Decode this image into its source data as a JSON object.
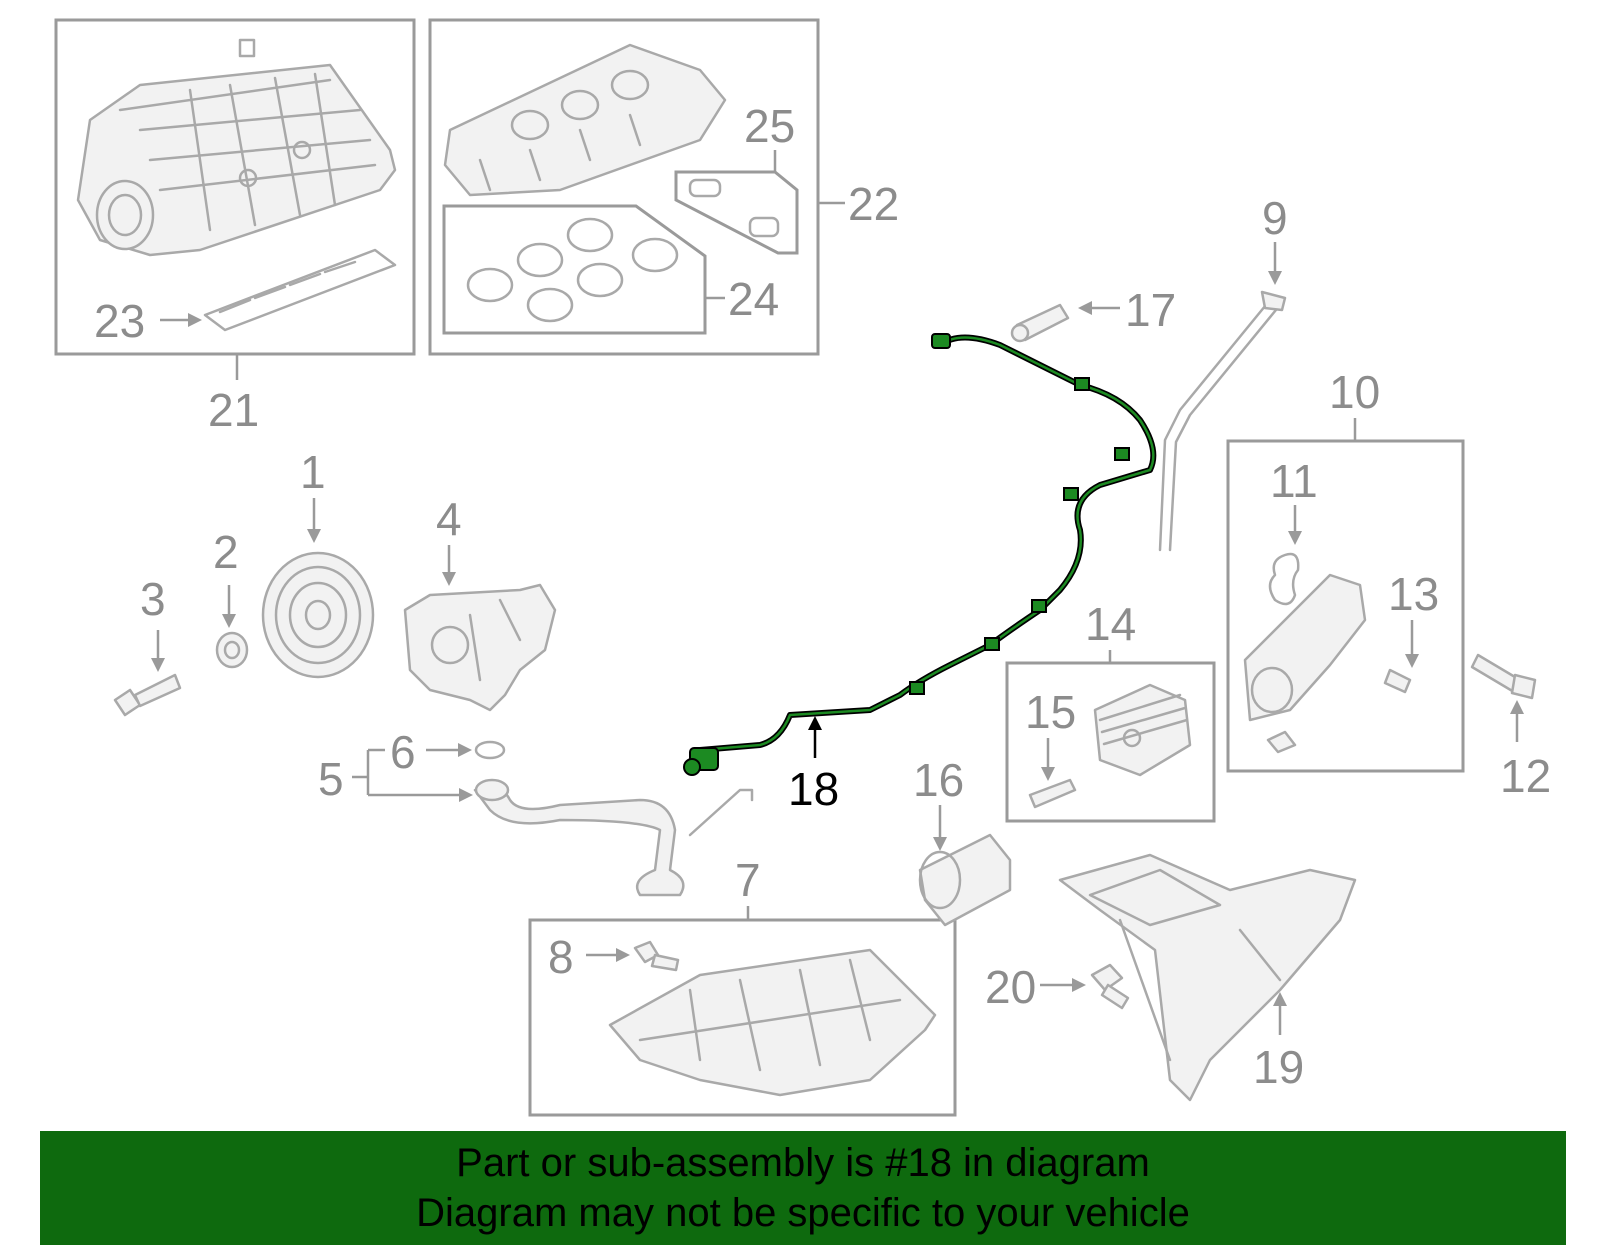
{
  "callouts": {
    "c1": "1",
    "c2": "2",
    "c3": "3",
    "c4": "4",
    "c5": "5",
    "c6": "6",
    "c7": "7",
    "c8": "8",
    "c9": "9",
    "c10": "10",
    "c11": "11",
    "c12": "12",
    "c13": "13",
    "c14": "14",
    "c15": "15",
    "c16": "16",
    "c17": "17",
    "c18": "18",
    "c19": "19",
    "c20": "20",
    "c21": "21",
    "c22": "22",
    "c23": "23",
    "c24": "24",
    "c25": "25"
  },
  "highlight_part": "18",
  "colors": {
    "banner": "#0e6a0e",
    "highlight": "#1c8a22",
    "line_art": "#a9a9a9"
  },
  "banner": {
    "line1": "Part or sub-assembly is #18 in diagram",
    "line2": "Diagram may not be specific to your vehicle"
  }
}
